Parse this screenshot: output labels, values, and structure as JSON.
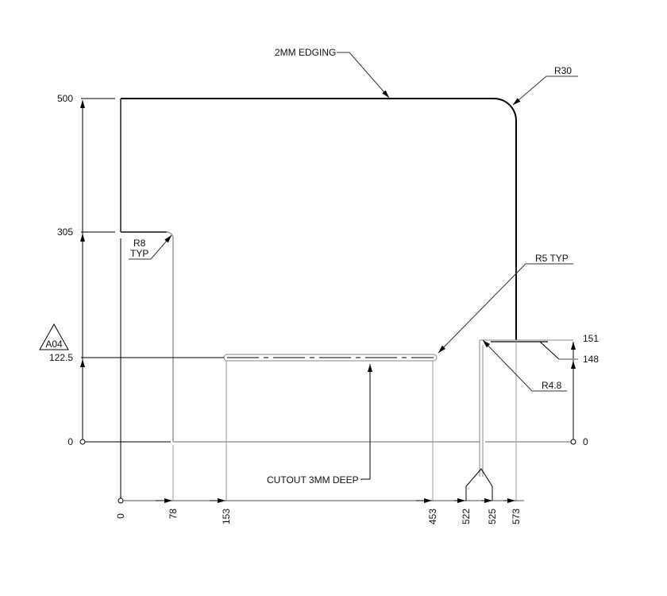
{
  "drawing": {
    "annotations": {
      "edging": "2MM EDGING",
      "r30": "R30",
      "r8": "R8",
      "typ": "TYP",
      "r5": "R5 TYP",
      "r48": "R4.8",
      "cutout": "CUTOUT 3MM DEEP",
      "revision": "A04"
    },
    "y_dims": {
      "d500": "500",
      "d305": "305",
      "d1225": "122.5",
      "d0": "0"
    },
    "right_dims": {
      "d151": "151",
      "d148": "148",
      "d0": "0"
    },
    "x_dims": {
      "d0": "0",
      "d78": "78",
      "d153": "153",
      "d453": "453",
      "d522": "522",
      "d525": "525",
      "d573": "573"
    },
    "colors": {
      "outline": "#000000",
      "hidden": "#999999",
      "leader": "#888888"
    }
  }
}
